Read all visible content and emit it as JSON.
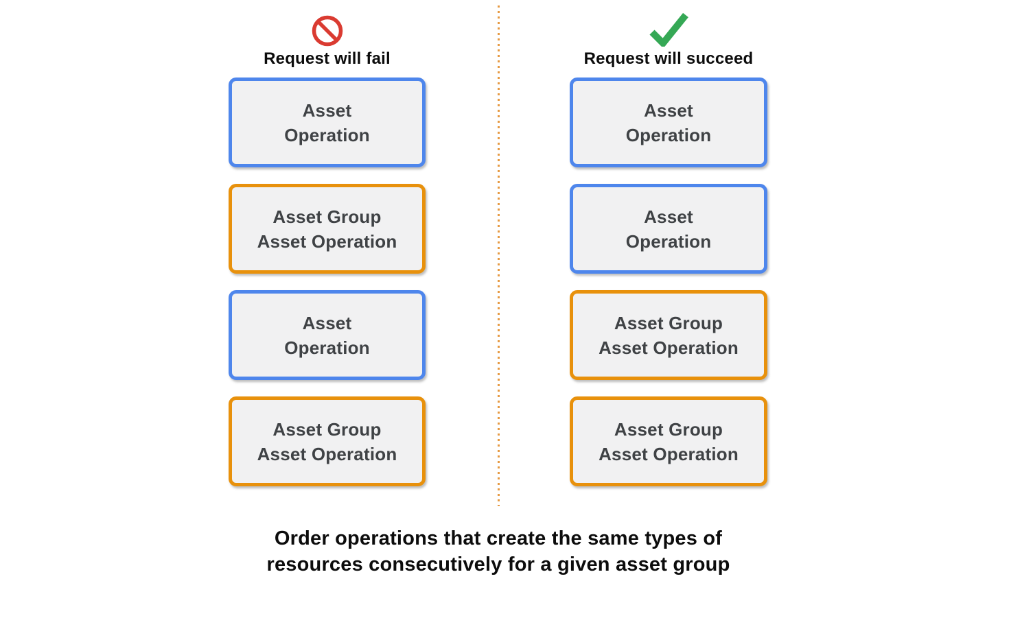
{
  "colors": {
    "blue-border": "#4e86ec",
    "orange-border": "#e8910c",
    "box-fill": "#f1f1f2",
    "box-text": "#3f4245",
    "fail-icon-red": "#da3b31",
    "success-icon-green": "#35a855",
    "divider-orange": "#e69a43",
    "title-text": "#0c0c0c",
    "caption-text": "#0c0c0c"
  },
  "fail_column": {
    "title": "Request will fail",
    "icon": "prohibited-icon",
    "boxes": [
      {
        "label": "Asset\nOperation"
      },
      {
        "label": "Asset Group\nAsset Operation"
      },
      {
        "label": "Asset\nOperation"
      },
      {
        "label": "Asset Group\nAsset Operation"
      }
    ]
  },
  "success_column": {
    "title": "Request will succeed",
    "icon": "check-icon",
    "boxes": [
      {
        "label": "Asset\nOperation"
      },
      {
        "label": "Asset\nOperation"
      },
      {
        "label": "Asset Group\nAsset Operation"
      },
      {
        "label": "Asset Group\nAsset Operation"
      }
    ]
  },
  "caption": "Order operations that create the same types of\nresources consecutively for a given asset group"
}
